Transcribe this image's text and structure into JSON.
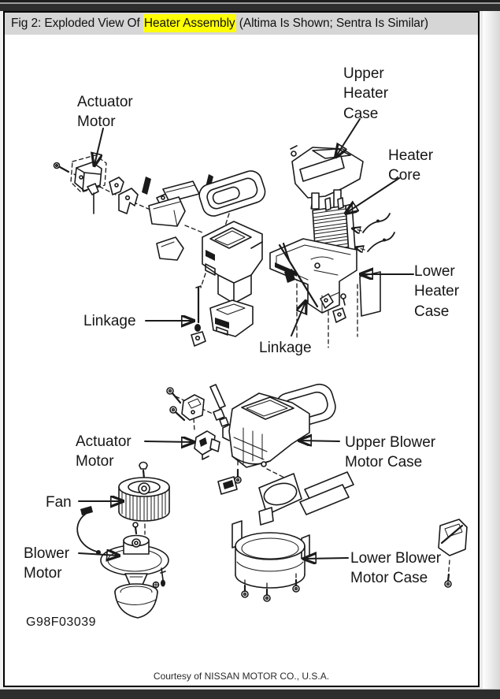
{
  "title_bar": {
    "prefix": "Fig 2: Exploded View Of ",
    "highlight": "Heater Assembly",
    "suffix": " (Altima Is Shown; Sentra Is Similar)"
  },
  "diagram": {
    "figure_id": "G98F03039",
    "labels": {
      "actuator_motor_upper": "Actuator Motor",
      "upper_heater_case": "Upper Heater Case",
      "heater_core": "Heater Core",
      "lower_heater_case": "Lower Heater Case",
      "linkage_left": "Linkage",
      "linkage_right": "Linkage",
      "actuator_motor_lower": "Actuator Motor",
      "upper_blower_motor_case": "Upper Blower Motor Case",
      "fan": "Fan",
      "blower_motor": "Blower Motor",
      "lower_blower_motor_case": "Lower Blower Motor Case"
    }
  },
  "footer": {
    "courtesy_line": "Courtesy of NISSAN MOTOR CO., U.S.A."
  },
  "colors": {
    "ink": "#1a1a1a",
    "title_bar_bg": "#d6d6d6",
    "highlight_bg": "#ffff00",
    "chrome": "#2d2d2d",
    "page_border": "#000000"
  }
}
